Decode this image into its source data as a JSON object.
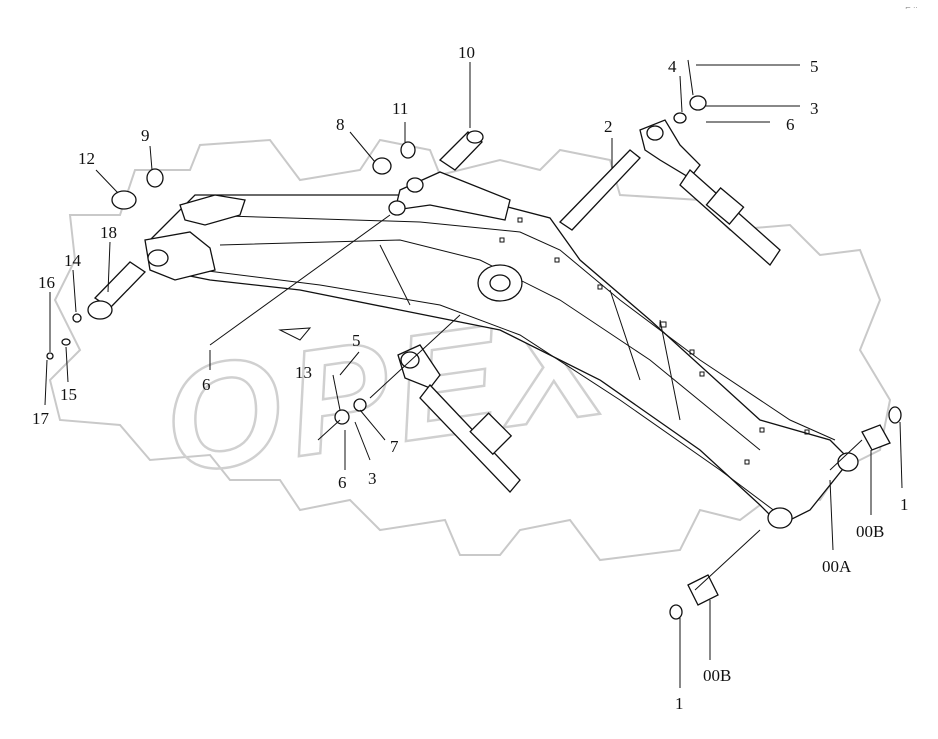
{
  "diagram": {
    "watermark_text": "OPEX",
    "corner_mark": "⌐ ··",
    "callouts": [
      {
        "id": "c10",
        "text": "10"
      },
      {
        "id": "c4",
        "text": "4"
      },
      {
        "id": "c5a",
        "text": "5"
      },
      {
        "id": "c3a",
        "text": "3"
      },
      {
        "id": "c6a",
        "text": "6"
      },
      {
        "id": "c2",
        "text": "2"
      },
      {
        "id": "c11",
        "text": "11"
      },
      {
        "id": "c8",
        "text": "8"
      },
      {
        "id": "c9",
        "text": "9"
      },
      {
        "id": "c12",
        "text": "12"
      },
      {
        "id": "c18",
        "text": "18"
      },
      {
        "id": "c14",
        "text": "14"
      },
      {
        "id": "c16",
        "text": "16"
      },
      {
        "id": "c15",
        "text": "15"
      },
      {
        "id": "c17",
        "text": "17"
      },
      {
        "id": "c6b",
        "text": "6"
      },
      {
        "id": "c13",
        "text": "13"
      },
      {
        "id": "c5b",
        "text": "5"
      },
      {
        "id": "c7",
        "text": "7"
      },
      {
        "id": "c6c",
        "text": "6"
      },
      {
        "id": "c3b",
        "text": "3"
      },
      {
        "id": "c1a",
        "text": "1"
      },
      {
        "id": "c00Ba",
        "text": "00B"
      },
      {
        "id": "c00A",
        "text": "00A"
      },
      {
        "id": "c00Bb",
        "text": "00B"
      },
      {
        "id": "c1b",
        "text": "1"
      }
    ]
  }
}
